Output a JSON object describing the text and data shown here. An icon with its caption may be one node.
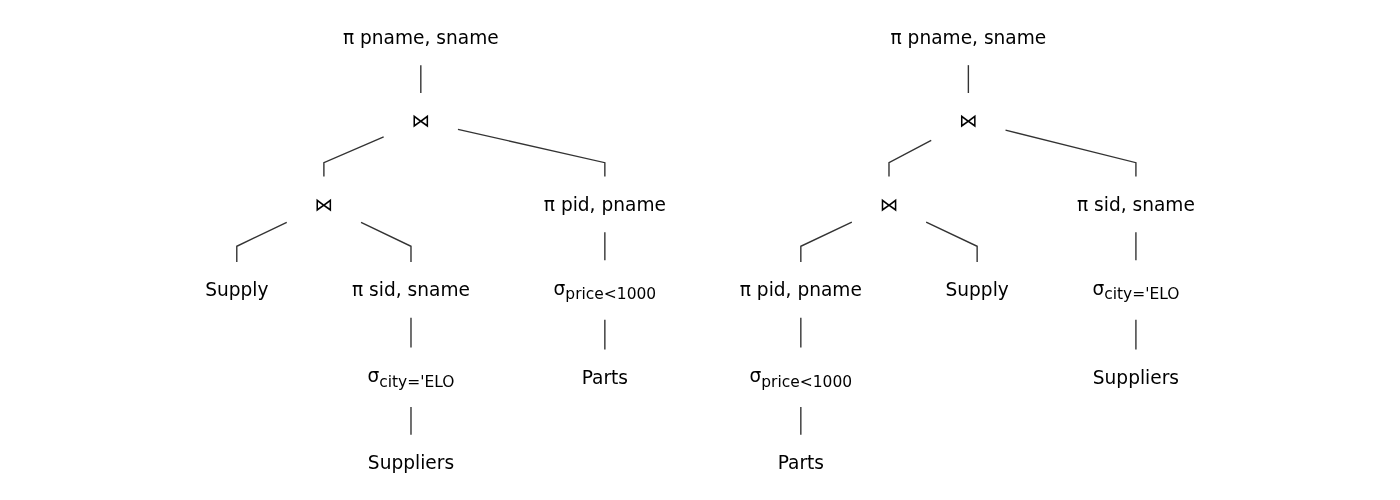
{
  "diagram": {
    "nodes": [
      {
        "text": [
          "π pname, sname"
        ]
      },
      {
        "text": [
          "⋈"
        ]
      },
      {
        "text": [
          "⋈"
        ]
      },
      {
        "text": [
          "Supply"
        ]
      },
      {
        "text": [
          "π sid, sname"
        ]
      },
      {
        "text": [
          "σ$_{city='ELO}$"
        ]
      },
      {
        "text": [
          "Suppliers"
        ]
      },
      {
        "text": [
          "π pid, pname"
        ]
      },
      {
        "text": [
          "σ$_{price<1000}$"
        ]
      },
      {
        "text": [
          "Parts"
        ]
      },
      {
        "text": [
          "π pname, sname"
        ]
      },
      {
        "text": [
          "⋈"
        ]
      },
      {
        "text": [
          "⋈"
        ]
      },
      {
        "text": [
          "π pid, pname"
        ]
      },
      {
        "text": [
          "σ$_{price<1000}$"
        ]
      },
      {
        "text": [
          "Parts"
        ]
      },
      {
        "text": [
          "Supply"
        ]
      },
      {
        "text": [
          "π sid, sname"
        ]
      },
      {
        "text": [
          "σ$_{city='ELO}$"
        ]
      },
      {
        "text": [
          "Suppliers"
        ]
      }
    ],
    "edges": [
      {
        "from": 0,
        "to": 1,
        "arrow": "none"
      },
      {
        "from": 1,
        "to": 2,
        "arrow": "none"
      },
      {
        "from": 1,
        "to": 7,
        "arrow": "none"
      },
      {
        "from": 2,
        "to": 3,
        "arrow": "none"
      },
      {
        "from": 2,
        "to": 4,
        "arrow": "none"
      },
      {
        "from": 4,
        "to": 5,
        "arrow": "none"
      },
      {
        "from": 5,
        "to": 6,
        "arrow": "none"
      },
      {
        "from": 7,
        "to": 8,
        "arrow": "none"
      },
      {
        "from": 8,
        "to": 9,
        "arrow": "none"
      },
      {
        "from": 10,
        "to": 11,
        "arrow": "none"
      },
      {
        "from": 11,
        "to": 12,
        "arrow": "none"
      },
      {
        "from": 11,
        "to": 17,
        "arrow": "none"
      },
      {
        "from": 12,
        "to": 13,
        "arrow": "none"
      },
      {
        "from": 12,
        "to": 16,
        "arrow": "none"
      },
      {
        "from": 13,
        "to": 14,
        "arrow": "none"
      },
      {
        "from": 14,
        "to": 15,
        "arrow": "none"
      },
      {
        "from": 17,
        "to": 18,
        "arrow": "none"
      },
      {
        "from": 18,
        "to": 19,
        "arrow": "none"
      }
    ]
  }
}
